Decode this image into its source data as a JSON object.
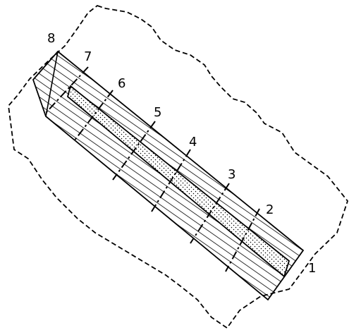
{
  "diagram": {
    "section_labels": [
      "1",
      "2",
      "3",
      "4",
      "5",
      "6",
      "7",
      "8"
    ],
    "colors": {
      "stroke": "#000000",
      "background": "#ffffff",
      "hatch": "#000000",
      "stipple": "#000000"
    }
  }
}
